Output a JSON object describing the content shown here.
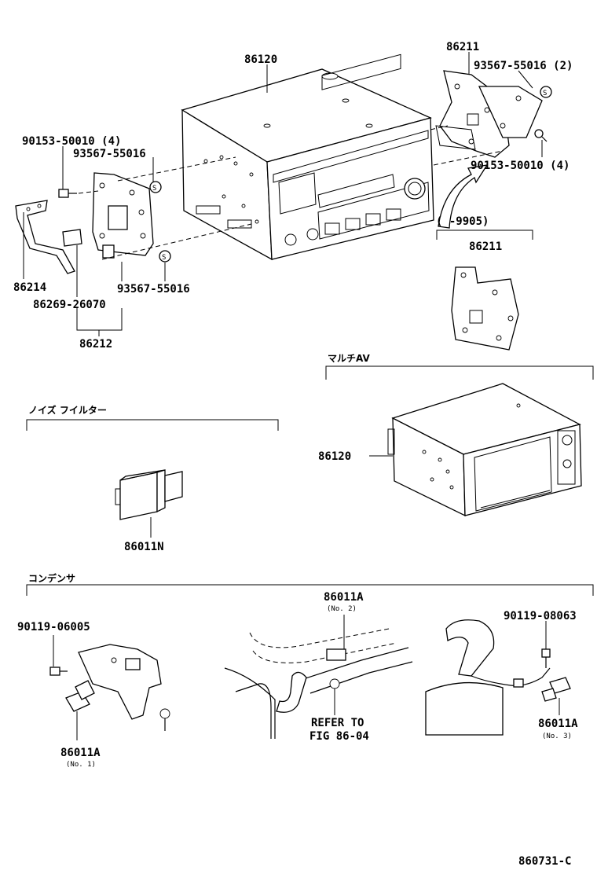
{
  "labels": {
    "p86120_top": "86120",
    "p86211_top": "86211",
    "p93567_55016_2": "93567-55016 (2)",
    "p90153_right": "90153-50010 (4)",
    "p90153_left": "90153-50010 (4)",
    "p93567_left_a": "93567-55016",
    "p93567_left_b": "93567-55016",
    "p86214": "86214",
    "p86269": "86269-26070",
    "p86212": "86212",
    "range_9905": "(      -9905)",
    "p86211_alt": "86211",
    "multi_av": "マルチAV",
    "p86120_av": "86120",
    "noise_filter": "ノイズ フイルター",
    "p86011N": "86011N",
    "condenser": "コンデンサ",
    "p90119_06005": "90119-06005",
    "p86011A_no1": "86011A",
    "no1": "(No. 1)",
    "p86011A_no2": "86011A",
    "no2": "(No. 2)",
    "refer_to": "REFER TO",
    "fig": "FIG 86-04",
    "p90119_08063": "90119-08063",
    "p86011A_no3": "86011A",
    "no3": "(No. 3)",
    "figure_id": "860731-C"
  },
  "symbols": {
    "s_marker": "S"
  }
}
